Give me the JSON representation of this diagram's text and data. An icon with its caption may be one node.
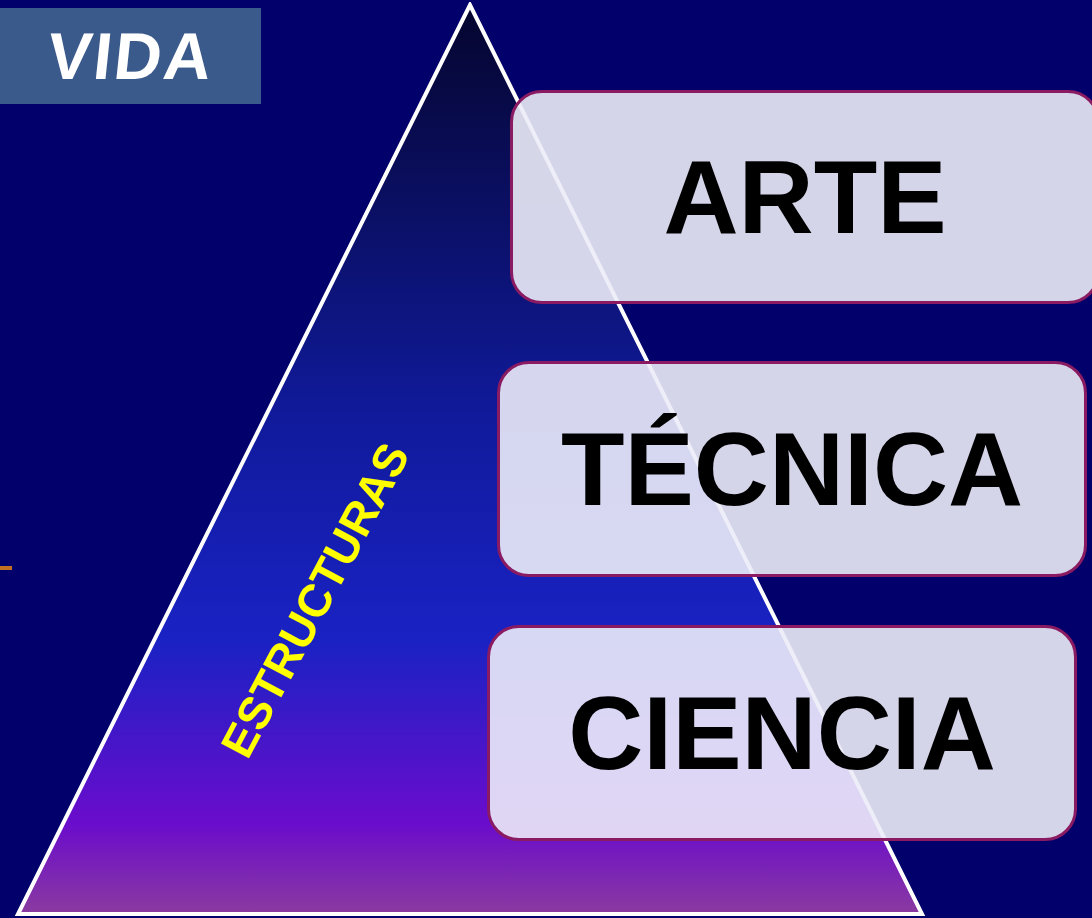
{
  "diagram": {
    "nodes": [
      {
        "text": [
          "VIDA"
        ]
      },
      {
        "text": [
          "ESTRUCTURAS"
        ]
      },
      {
        "text": [
          "ARTE"
        ]
      },
      {
        "text": [
          "TÉCNICA"
        ]
      },
      {
        "text": [
          "CIENCIA"
        ]
      }
    ]
  }
}
